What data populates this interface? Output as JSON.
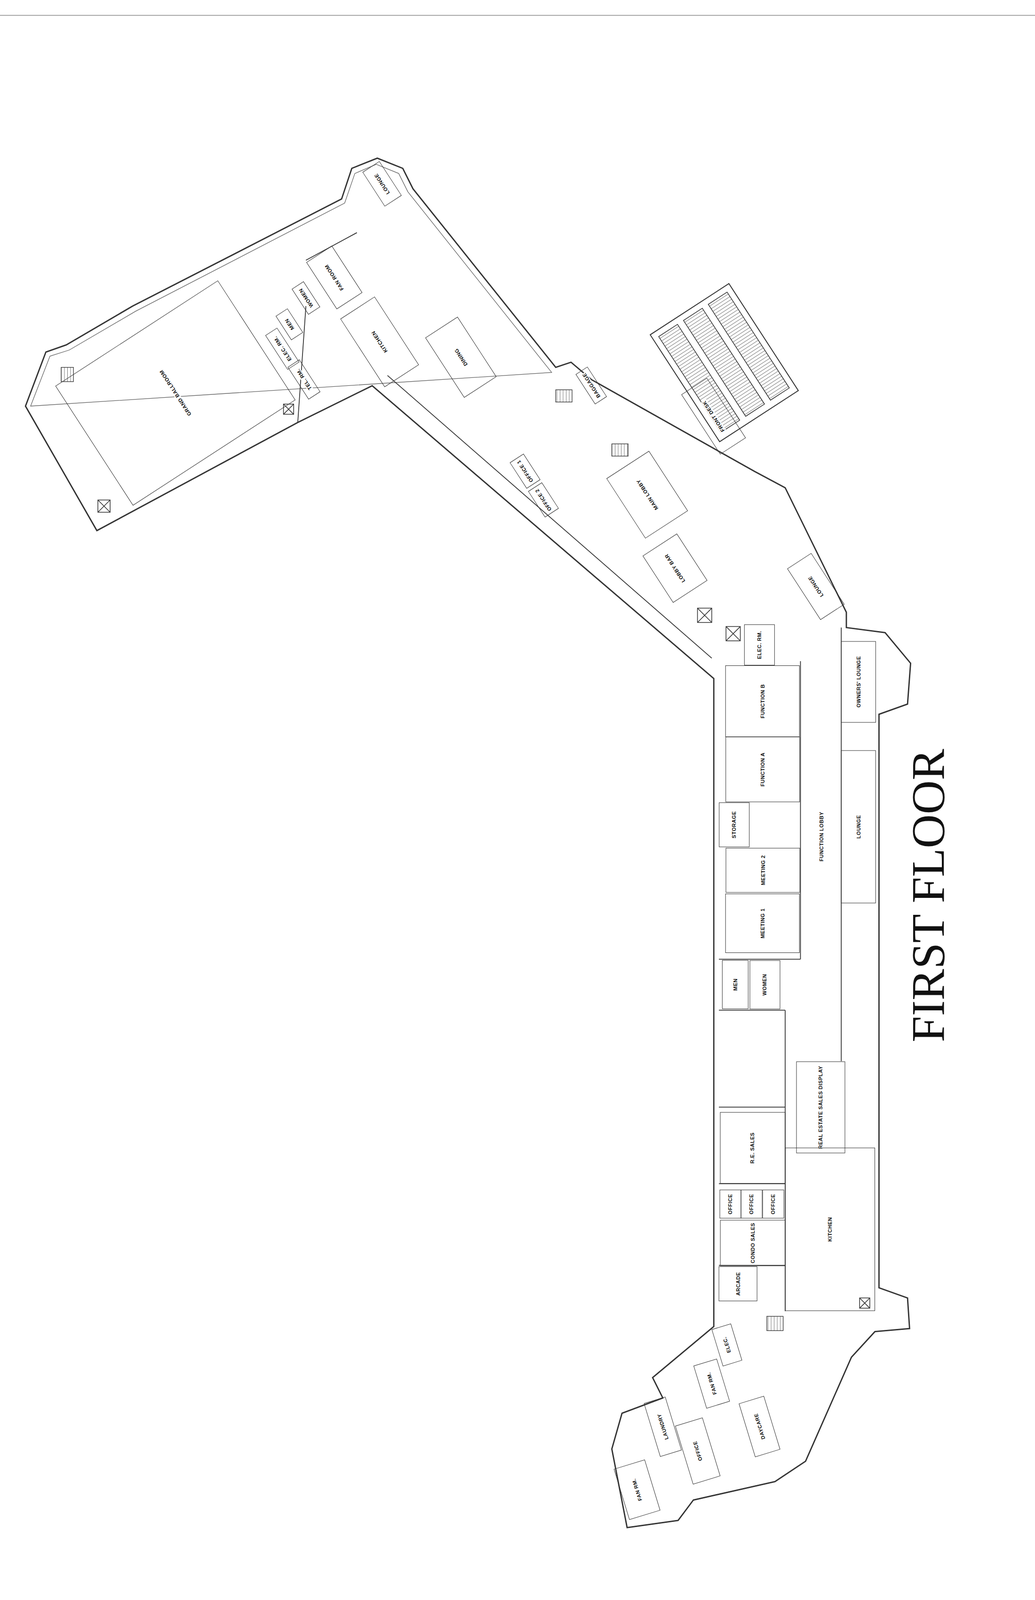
{
  "diagram": {
    "title": "FIRST FLOOR",
    "nodes": [
      {
        "text": [
          "LOUNGE"
        ]
      },
      {
        "text": [
          "FAN ROOM"
        ]
      },
      {
        "text": [
          "WOMEN"
        ]
      },
      {
        "text": [
          "MEN"
        ]
      },
      {
        "text": [
          "DINING"
        ]
      },
      {
        "text": [
          "KITCHEN"
        ]
      },
      {
        "text": [
          "ELEC. RM."
        ]
      },
      {
        "text": [
          "GRAND BALLROOM"
        ]
      },
      {
        "text": [
          "TEL. RM."
        ]
      },
      {
        "text": [
          "BAGGAGE"
        ]
      },
      {
        "text": [
          "FRONT DESK"
        ]
      },
      {
        "text": [
          "OFFICE 1"
        ]
      },
      {
        "text": [
          "OFFICE 2"
        ]
      },
      {
        "text": [
          "MAIN LOBBY"
        ]
      },
      {
        "text": [
          "LOBBY BAR"
        ]
      },
      {
        "text": [
          "LOUNGE"
        ]
      },
      {
        "text": [
          "ELEC. RM."
        ]
      },
      {
        "text": [
          "OWNERS' LOUNGE"
        ]
      },
      {
        "text": [
          "FUNCTION B"
        ]
      },
      {
        "text": [
          "FUNCTION A"
        ]
      },
      {
        "text": [
          "STORAGE"
        ]
      },
      {
        "text": [
          "FUNCTION LOBBY"
        ]
      },
      {
        "text": [
          "LOUNGE"
        ]
      },
      {
        "text": [
          "MEETING 2"
        ]
      },
      {
        "text": [
          "MEETING 1"
        ]
      },
      {
        "text": [
          "MEN"
        ]
      },
      {
        "text": [
          "WOMEN"
        ]
      },
      {
        "text": [
          "REAL ESTATE SALES DISPLAY"
        ]
      },
      {
        "text": [
          "R.E. SALES"
        ]
      },
      {
        "text": [
          "OFFICE"
        ]
      },
      {
        "text": [
          "OFFICE"
        ]
      },
      {
        "text": [
          "OFFICE"
        ]
      },
      {
        "text": [
          "CONDO SALES"
        ]
      },
      {
        "text": [
          "ARCADE"
        ]
      },
      {
        "text": [
          "KITCHEN"
        ]
      },
      {
        "text": [
          "ELEC."
        ]
      },
      {
        "text": [
          "FAN RM."
        ]
      },
      {
        "text": [
          "DAYCARE"
        ]
      },
      {
        "text": [
          "LAUNDRY"
        ]
      },
      {
        "text": [
          "OFFICE"
        ]
      },
      {
        "text": [
          "FAN RM."
        ]
      }
    ]
  }
}
